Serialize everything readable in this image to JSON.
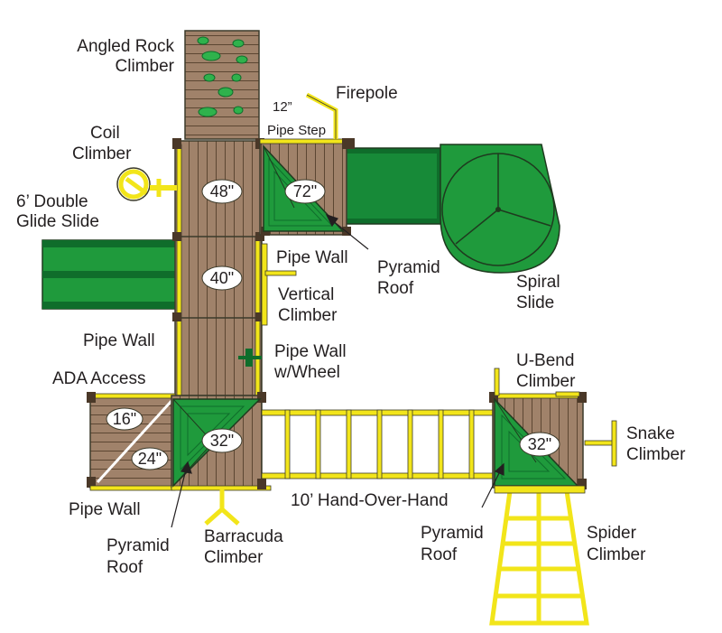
{
  "colors": {
    "wood": "#a0826a",
    "wood_line": "#5c4632",
    "post": "#4a3828",
    "green": "#1f9a3c",
    "green_dark": "#0f6d2b",
    "yellow": "#f2e51a",
    "outline": "#3b3a2a",
    "hold": "#2fb24c"
  },
  "labels": {
    "angled_rock_1": "Angled Rock",
    "angled_rock_2": "Climber",
    "firepole": "Firepole",
    "pipe_step_1": "12”",
    "pipe_step_2": "Pipe Step",
    "coil_1": "Coil",
    "coil_2": "Climber",
    "glide_1": "6’ Double",
    "glide_2": "Glide Slide",
    "pipe_wall_top": "Pipe Wall",
    "pyramid_top_1": "Pyramid",
    "pyramid_top_2": "Roof",
    "vertical_1": "Vertical",
    "vertical_2": "Climber",
    "spiral_1": "Spiral",
    "spiral_2": "Slide",
    "pipe_wall_left": "Pipe Wall",
    "wheel_1": "Pipe Wall",
    "wheel_2": "w/Wheel",
    "ada": "ADA Access",
    "ubend_1": "U-Bend",
    "ubend_2": "Climber",
    "snake_1": "Snake",
    "snake_2": "Climber",
    "hand_over_hand": "10’ Hand-Over-Hand",
    "pipe_wall_bottom": "Pipe Wall",
    "pyramid_left_1": "Pyramid",
    "pyramid_left_2": "Roof",
    "barracuda_1": "Barracuda",
    "barracuda_2": "Climber",
    "pyramid_right_1": "Pyramid",
    "pyramid_right_2": "Roof",
    "spider_1": "Spider",
    "spider_2": "Climber"
  },
  "heights": {
    "h48": "48\"",
    "h72": "72\"",
    "h40": "40\"",
    "h16": "16\"",
    "h24": "24\"",
    "h32_left": "32\"",
    "h32_right": "32\""
  }
}
